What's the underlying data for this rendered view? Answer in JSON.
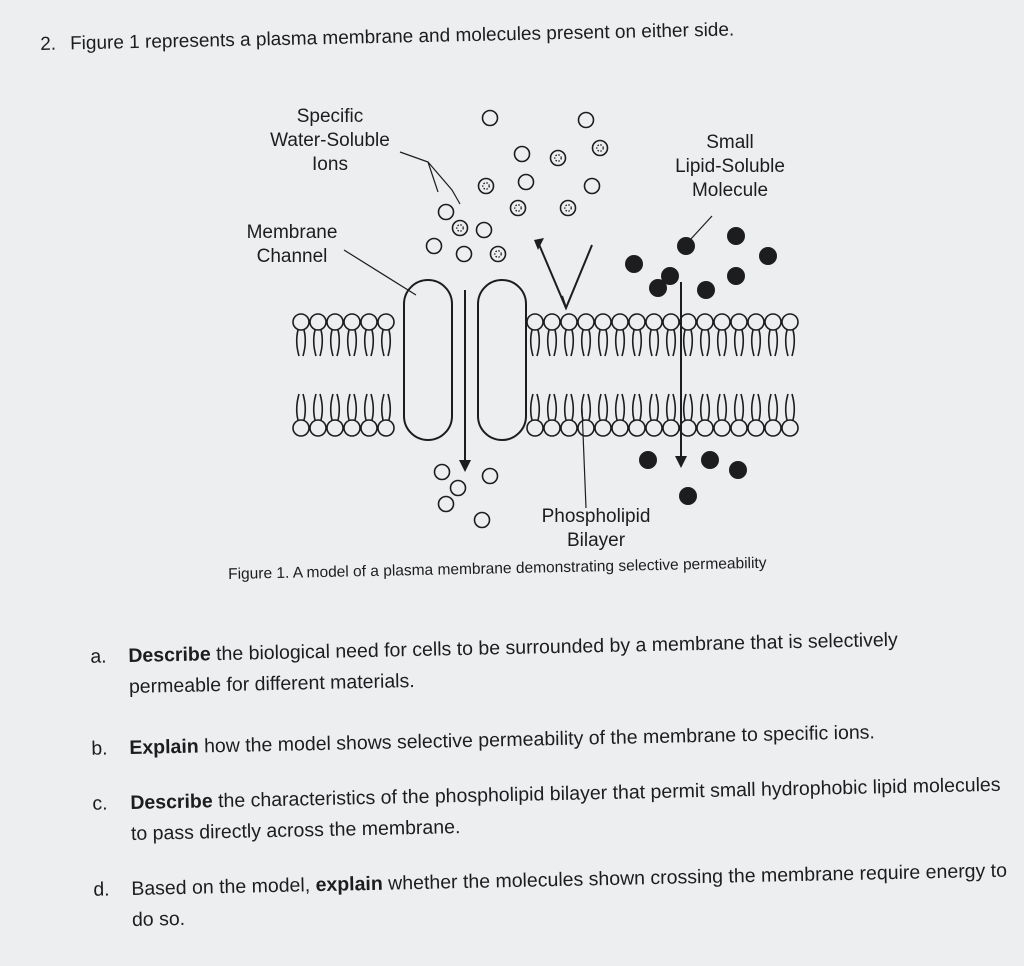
{
  "question": {
    "number": "2.",
    "text": "Figure 1 represents a plasma membrane and molecules present on either side."
  },
  "figure": {
    "labels": {
      "ions": [
        "Specific",
        "Water-Soluble",
        "Ions"
      ],
      "channel": [
        "Membrane",
        "Channel"
      ],
      "lipid": [
        "Small",
        "Lipid-Soluble",
        "Molecule"
      ],
      "bilayer": [
        "Phospholipid",
        "Bilayer"
      ]
    },
    "caption": "Figure 1. A model of a plasma membrane demonstrating selective permeability",
    "colors": {
      "ink": "#1d1d1f",
      "paper": "#eceef0"
    }
  },
  "parts": [
    {
      "letter": "a.",
      "verb": "Describe",
      "text": " the biological need for cells to be surrounded by a membrane that is selectively permeable for different materials."
    },
    {
      "letter": "b.",
      "verb": "Explain",
      "text": " how the model shows selective permeability of the membrane to specific ions."
    },
    {
      "letter": "c.",
      "verb": "Describe",
      "text": " the characteristics of the phospholipid bilayer that permit small hydrophobic lipid molecules to pass directly across the membrane."
    },
    {
      "letter": "d.",
      "prefix": "Based on the model, ",
      "verb": "explain",
      "text": " whether the molecules shown crossing the membrane require energy to do so."
    }
  ]
}
